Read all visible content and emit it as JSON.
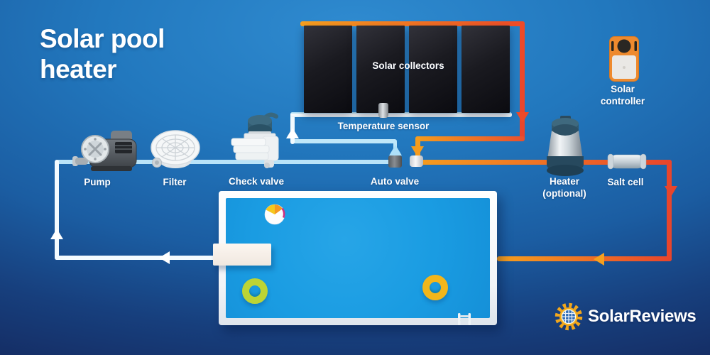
{
  "labels": {
    "title": "Solar pool\nheater",
    "solar_collectors": "Solar collectors",
    "temperature_sensor": "Temperature sensor",
    "solar_controller": "Solar\ncontroller",
    "pump": "Pump",
    "filter": "Filter",
    "check_valve": "Check valve",
    "auto_valve": "Auto valve",
    "heater": "Heater\n(optional)",
    "salt_cell": "Salt cell"
  },
  "branding": {
    "logo_text": "SolarReviews"
  },
  "colors": {
    "hot_pipe_orange": "#f59c1e",
    "hot_pipe_red": "#e8452c",
    "cold_pipe_blue": "#b9e3f8",
    "cold_pipe_white": "#f4fbff",
    "pool_water_blue": "#1a9ce2",
    "collector_panel_black": "#141418",
    "controller_orange": "#ee8a2e",
    "background_top_blue": "#2278be",
    "background_bottom_navy": "#14275c"
  }
}
